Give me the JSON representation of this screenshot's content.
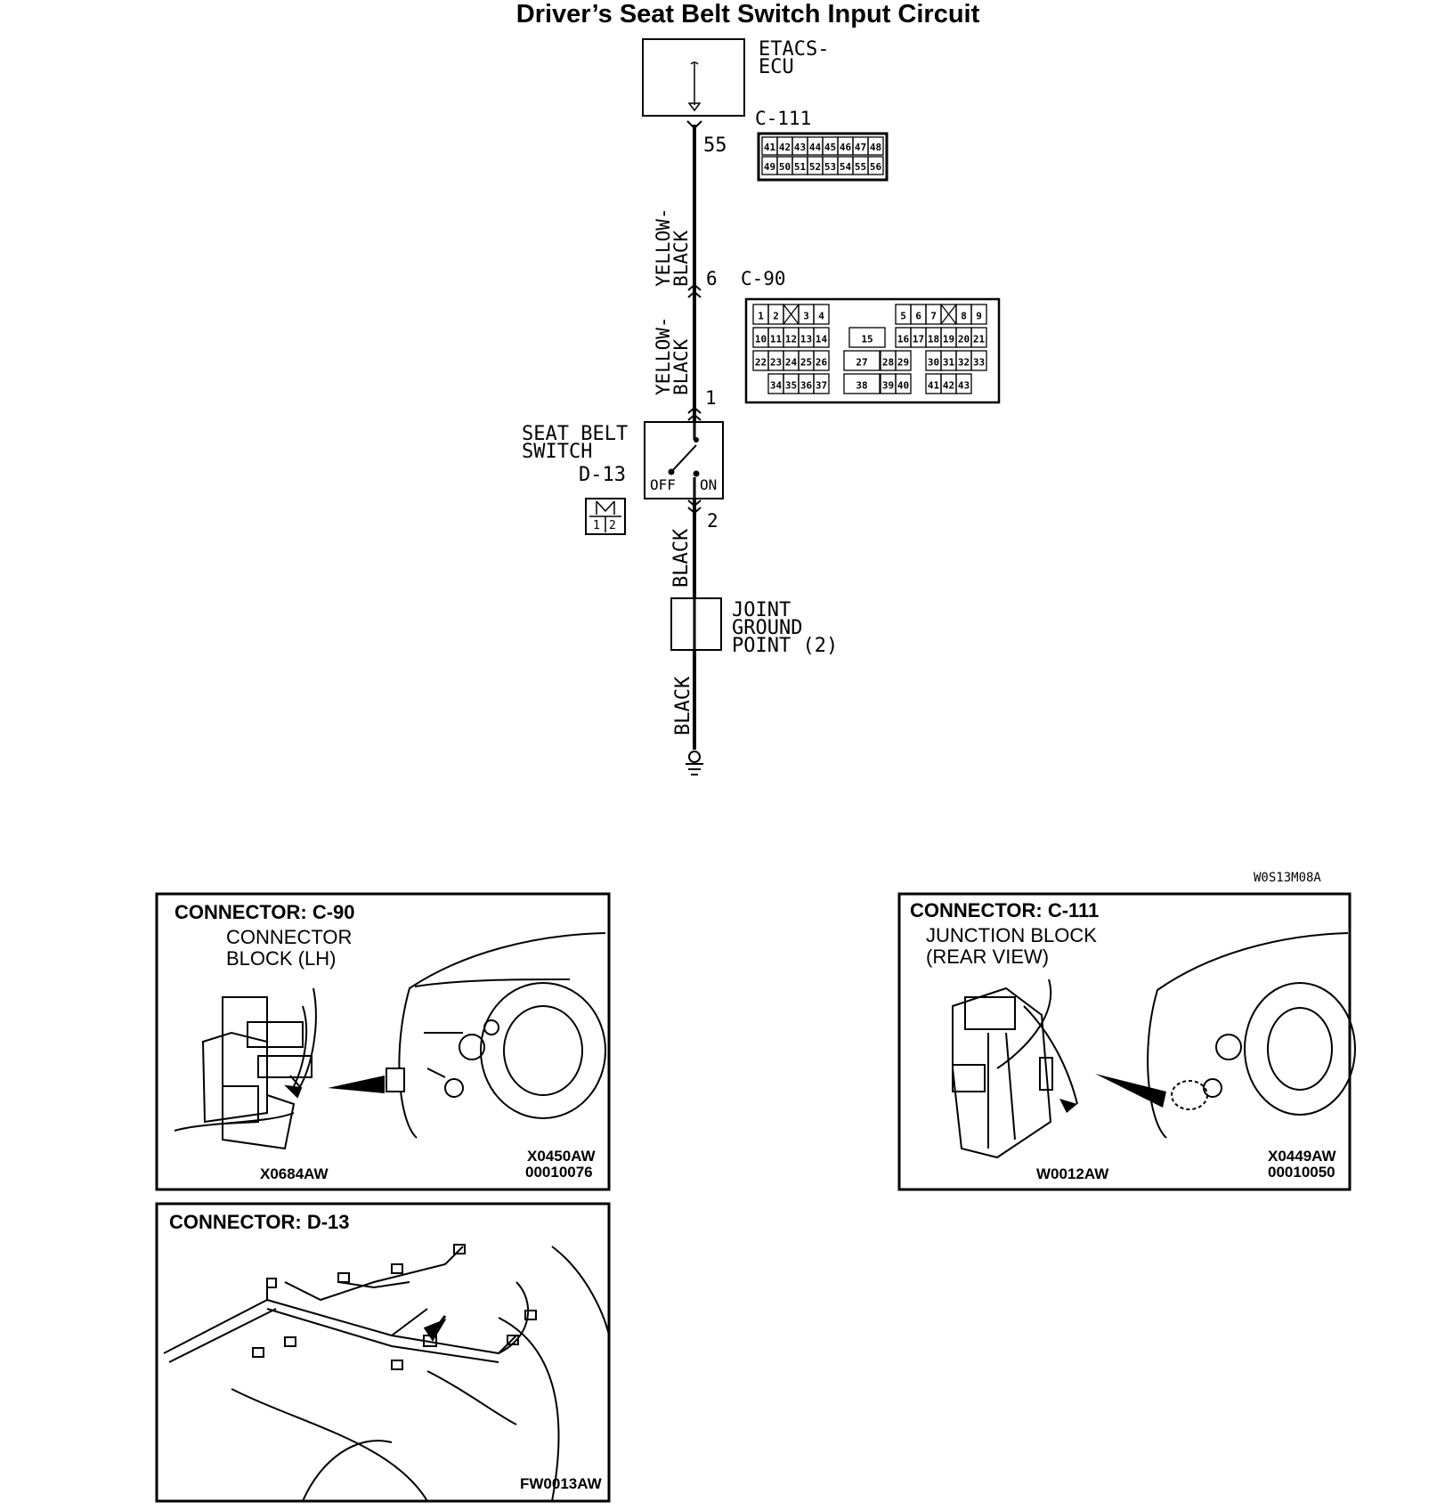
{
  "title": "Driver’s Seat Belt Switch Input Circuit",
  "figure_code": "W0S13M08A",
  "ecu": {
    "name_line1": "ETACS-",
    "name_line2": "ECU",
    "connector": "C-111",
    "pin": "55"
  },
  "c111_pins": {
    "row1": [
      "41",
      "42",
      "43",
      "44",
      "45",
      "46",
      "47",
      "48"
    ],
    "row2": [
      "49",
      "50",
      "51",
      "52",
      "53",
      "54",
      "55",
      "56"
    ]
  },
  "wires": {
    "upper_line1": "YELLOW-",
    "upper_line2": "BLACK",
    "middle_line1": "YELLOW-",
    "middle_line2": "BLACK",
    "lower": "BLACK",
    "ground": "BLACK"
  },
  "c90": {
    "connector": "C-90",
    "pin_top": "6",
    "pin_bottom": "1",
    "row1": [
      "1",
      "2",
      "3",
      "4",
      "5",
      "6",
      "7",
      "8",
      "9"
    ],
    "row2": [
      "10",
      "11",
      "12",
      "13",
      "14",
      "15",
      "16",
      "17",
      "18",
      "19",
      "20",
      "21"
    ],
    "row3": [
      "22",
      "23",
      "24",
      "25",
      "26",
      "27",
      "28",
      "29",
      "30",
      "31",
      "32",
      "33"
    ],
    "row4": [
      "34",
      "35",
      "36",
      "37",
      "38",
      "39",
      "40",
      "41",
      "42",
      "43"
    ]
  },
  "switch": {
    "name_line1": "SEAT BELT",
    "name_line2": "SWITCH",
    "connector": "D-13",
    "off_label": "OFF",
    "on_label": "ON",
    "pin_bottom": "2",
    "pins": [
      "1",
      "2"
    ]
  },
  "joint": {
    "line1": "JOINT",
    "line2": "GROUND",
    "line3": "POINT (2)"
  },
  "panel_c90": {
    "heading": "CONNECTOR: C-90",
    "desc_line1": "CONNECTOR",
    "desc_line2": "BLOCK (LH)",
    "code_left": "X0684AW",
    "code_right1": "X0450AW",
    "code_right2": "00010076"
  },
  "panel_c111": {
    "heading": "CONNECTOR: C-111",
    "desc_line1": "JUNCTION BLOCK",
    "desc_line2": "(REAR VIEW)",
    "code_left": "W0012AW",
    "code_right1": "X0449AW",
    "code_right2": "00010050"
  },
  "panel_d13": {
    "heading": "CONNECTOR: D-13",
    "code": "FW0013AW"
  }
}
